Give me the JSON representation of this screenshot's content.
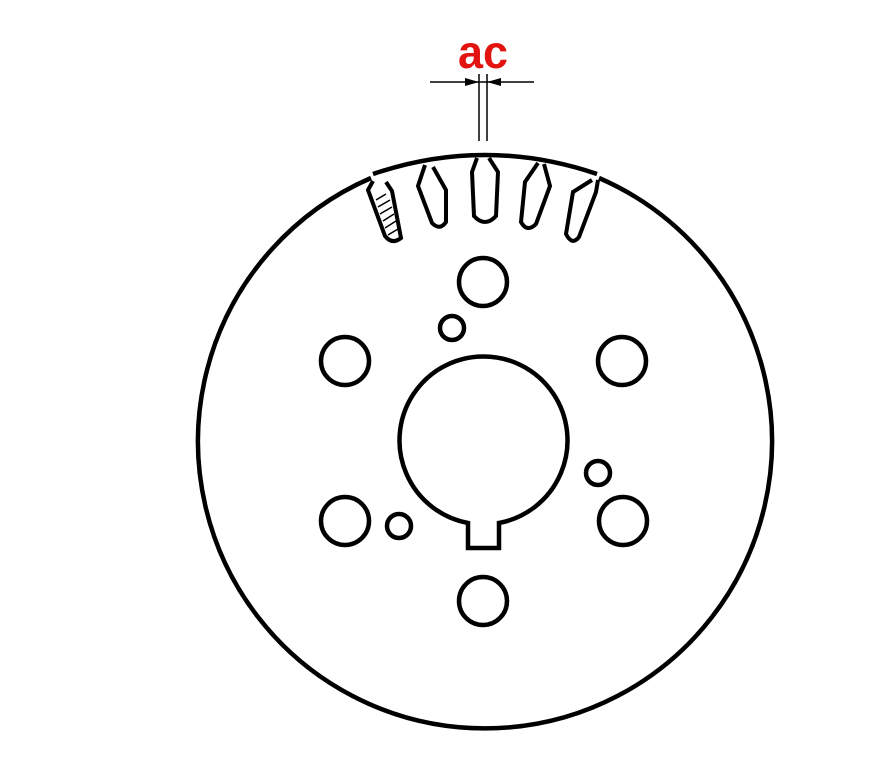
{
  "dimension": {
    "label": "ac",
    "label_color": "#e3140f"
  },
  "colors": {
    "line": "#000000",
    "background": "#ffffff"
  },
  "parts": {
    "rotor_disc": "outer-disc",
    "slots": "rotor-slots",
    "bore": "keyed-shaft-bore",
    "bolt_holes": "bolt-holes",
    "small_holes": "small-holes"
  }
}
